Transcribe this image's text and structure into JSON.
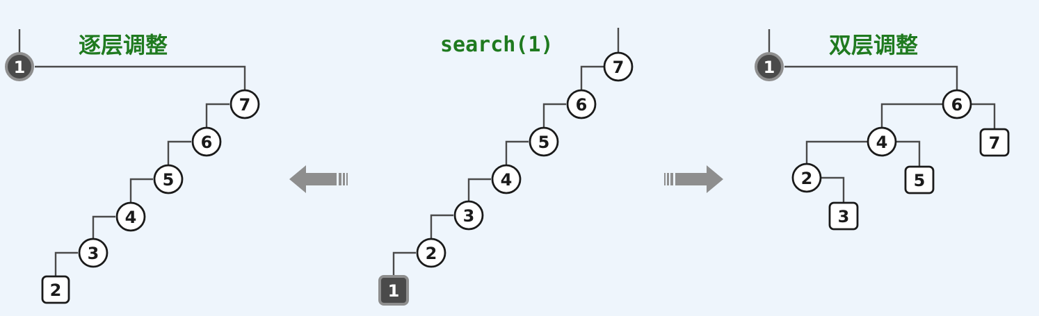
{
  "panels": {
    "left_title": "逐层调整",
    "middle_title": "search(1)",
    "right_title": "双层调整"
  },
  "colors": {
    "title": "#1f7a1f",
    "background": "#eef5fc",
    "edge": "#4a4a4a",
    "dark_node": "#4a4a4a",
    "arrow": "#8e8e8e"
  },
  "icons": {
    "left_arrow": "arrow-left-icon",
    "right_arrow": "arrow-right-icon"
  },
  "trees": {
    "left": {
      "root": "1",
      "nodes": [
        {
          "label": "1",
          "shape": "dark-circle",
          "parent": null,
          "side": null
        },
        {
          "label": "7",
          "shape": "circle",
          "parent": "1",
          "side": "right"
        },
        {
          "label": "6",
          "shape": "circle",
          "parent": "7",
          "side": "left"
        },
        {
          "label": "5",
          "shape": "circle",
          "parent": "6",
          "side": "left"
        },
        {
          "label": "4",
          "shape": "circle",
          "parent": "5",
          "side": "left"
        },
        {
          "label": "3",
          "shape": "circle",
          "parent": "4",
          "side": "left"
        },
        {
          "label": "2",
          "shape": "square",
          "parent": "3",
          "side": "left"
        }
      ]
    },
    "middle": {
      "root": "7",
      "nodes": [
        {
          "label": "7",
          "shape": "circle",
          "parent": null,
          "side": null
        },
        {
          "label": "6",
          "shape": "circle",
          "parent": "7",
          "side": "left"
        },
        {
          "label": "5",
          "shape": "circle",
          "parent": "6",
          "side": "left"
        },
        {
          "label": "4",
          "shape": "circle",
          "parent": "5",
          "side": "left"
        },
        {
          "label": "3",
          "shape": "circle",
          "parent": "4",
          "side": "left"
        },
        {
          "label": "2",
          "shape": "circle",
          "parent": "3",
          "side": "left"
        },
        {
          "label": "1",
          "shape": "dark-square",
          "parent": "2",
          "side": "left"
        }
      ]
    },
    "right": {
      "root": "1",
      "nodes": [
        {
          "label": "1",
          "shape": "dark-circle",
          "parent": null,
          "side": null
        },
        {
          "label": "6",
          "shape": "circle",
          "parent": "1",
          "side": "right"
        },
        {
          "label": "4",
          "shape": "circle",
          "parent": "6",
          "side": "left"
        },
        {
          "label": "7",
          "shape": "square",
          "parent": "6",
          "side": "right"
        },
        {
          "label": "2",
          "shape": "circle",
          "parent": "4",
          "side": "left"
        },
        {
          "label": "5",
          "shape": "square",
          "parent": "4",
          "side": "right"
        },
        {
          "label": "3",
          "shape": "square",
          "parent": "2",
          "side": "right"
        }
      ]
    }
  }
}
